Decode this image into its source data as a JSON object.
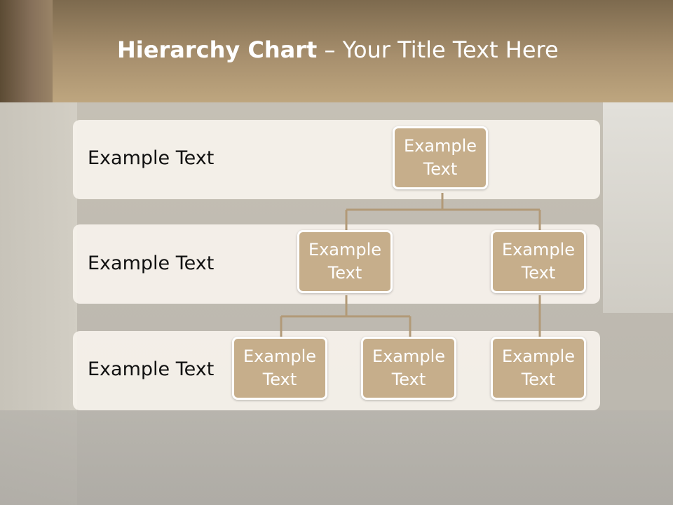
{
  "title": {
    "bold": "Hierarchy Chart",
    "dash": " – ",
    "rest": "Your Title Text Here"
  },
  "levels": [
    {
      "label": "Example Text"
    },
    {
      "label": "Example Text"
    },
    {
      "label": "Example Text"
    }
  ],
  "nodes": {
    "top": {
      "line1": "Example",
      "line2": "Text"
    },
    "mid_left": {
      "line1": "Example",
      "line2": "Text"
    },
    "mid_right": {
      "line1": "Example",
      "line2": "Text"
    },
    "bot_1": {
      "line1": "Example",
      "line2": "Text"
    },
    "bot_2": {
      "line1": "Example",
      "line2": "Text"
    },
    "bot_3": {
      "line1": "Example",
      "line2": "Text"
    }
  },
  "colors": {
    "node_fill": "#c6ae8b",
    "connector": "#b29a78",
    "header": "#a78f6d"
  }
}
